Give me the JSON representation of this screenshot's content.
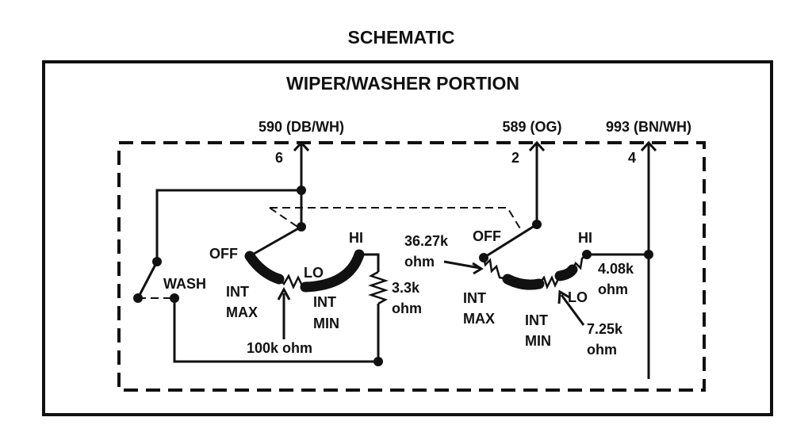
{
  "title": "SCHEMATIC",
  "subtitle": "WIPER/WASHER PORTION",
  "connectors": [
    {
      "wire": "590 (DB/WH)",
      "pin": "6"
    },
    {
      "wire": "589 (OG)",
      "pin": "2"
    },
    {
      "wire": "993 (BN/WH)",
      "pin": "4"
    }
  ],
  "left_switch": {
    "off": "OFF",
    "hi": "HI",
    "lo": "LO",
    "wash": "WASH",
    "int_max": [
      "INT",
      "MAX"
    ],
    "int_min": [
      "INT",
      "MIN"
    ],
    "r_100k": "100k ohm",
    "r_3_3k": [
      "3.3k",
      "ohm"
    ]
  },
  "right_switch": {
    "off": "OFF",
    "hi": "HI",
    "lo": "LO",
    "int_max": [
      "INT",
      "MAX"
    ],
    "int_min": [
      "INT",
      "MIN"
    ],
    "r_36_27k": [
      "36.27k",
      "ohm"
    ],
    "r_4_08k": [
      "4.08k",
      "ohm"
    ],
    "r_7_25k": [
      "7.25k",
      "ohm"
    ]
  }
}
